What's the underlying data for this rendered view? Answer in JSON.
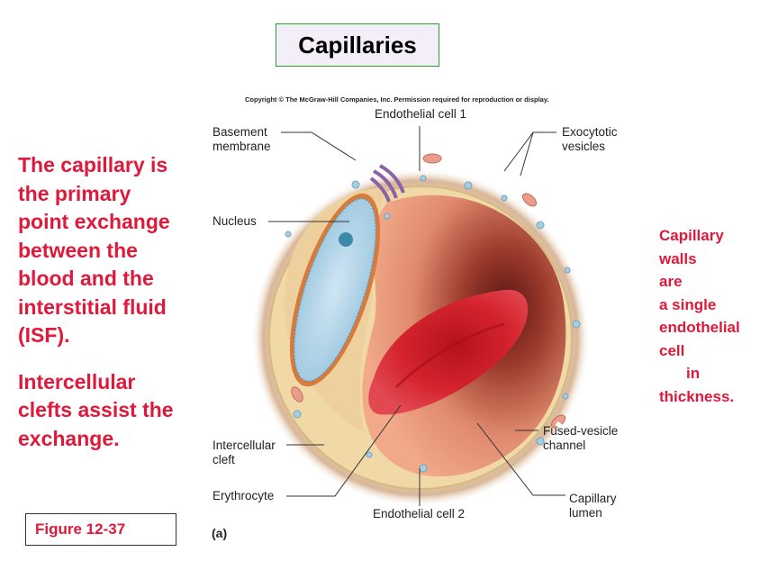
{
  "title": "Capillaries",
  "copyright": "Copyright © The McGraw-Hill Companies, Inc. Permission required for reproduction or display.",
  "left_text": {
    "paragraph1": [
      "The capillary is",
      "the primary",
      "point exchange",
      "between the",
      "blood and the",
      "interstitial fluid",
      "(ISF)."
    ],
    "paragraph2": [
      "Intercellular",
      "clefts assist the",
      "exchange."
    ]
  },
  "right_text": [
    "Capillary",
    "walls",
    "are",
    "a single",
    "endothelial",
    "cell",
    "in",
    "thickness."
  ],
  "figure_label": "Figure 12-37",
  "panel_label": "(a)",
  "labels": {
    "basement_membrane": [
      "Basement",
      "membrane"
    ],
    "endothelial_cell_1": "Endothelial cell 1",
    "exocytotic_vesicles": [
      "Exocytotic",
      "vesicles"
    ],
    "nucleus": "Nucleus",
    "intercellular_cleft": [
      "Intercellular",
      "cleft"
    ],
    "erythrocyte": "Erythrocyte",
    "endothelial_cell_2": "Endothelial cell 2",
    "fused_vesicle_channel": [
      "Fused-vesicle",
      "channel"
    ],
    "capillary_lumen": [
      "Capillary",
      "lumen"
    ]
  },
  "colors": {
    "accent_red": "#e0193a",
    "title_border": "#2e9e2e",
    "title_bg": "#f3eef8"
  }
}
